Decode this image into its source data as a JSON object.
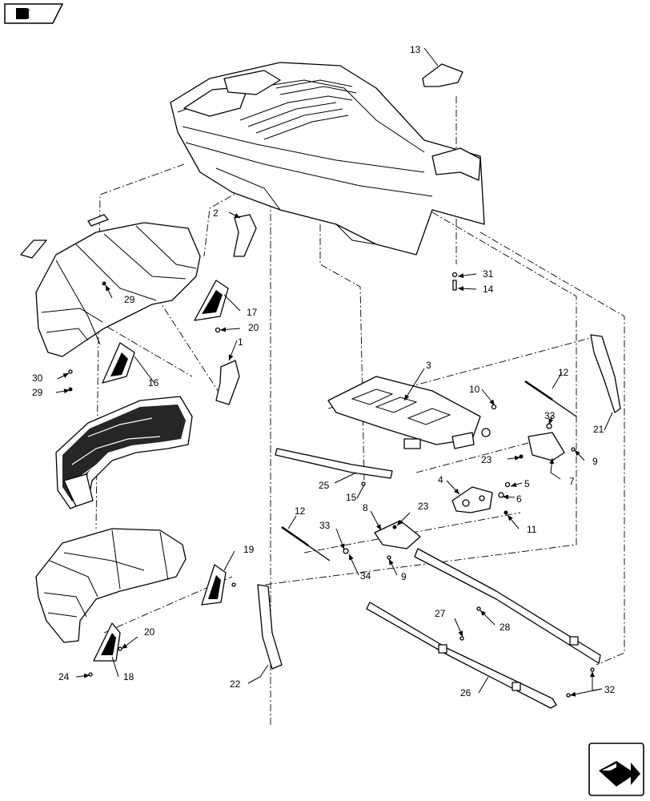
{
  "callouts": [
    "1",
    "2",
    "3",
    "4",
    "5",
    "6",
    "7",
    "8",
    "9",
    "9",
    "10",
    "11",
    "12",
    "12",
    "13",
    "14",
    "15",
    "16",
    "17",
    "18",
    "19",
    "20",
    "20",
    "21",
    "22",
    "23",
    "23",
    "24",
    "25",
    "26",
    "27",
    "28",
    "29",
    "29",
    "30",
    "31",
    "32",
    "33",
    "33",
    "34"
  ],
  "icons": {
    "top_left": "previous-page-icon",
    "bottom_right": "next-page-icon"
  }
}
